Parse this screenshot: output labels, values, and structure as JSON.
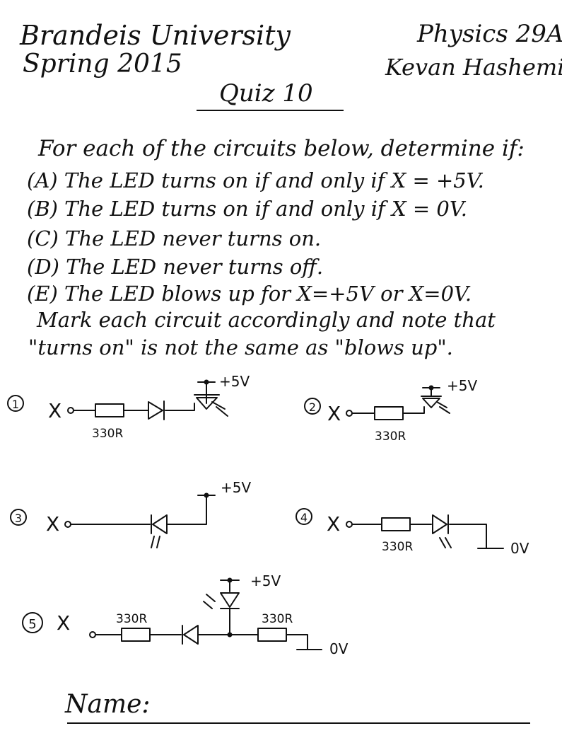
{
  "header": {
    "university": "Brandeis University",
    "semester": "Spring 2015",
    "course": "Physics 29A",
    "instructor": "Kevan Hashemi",
    "quiz_title": "Quiz 10"
  },
  "instructions": {
    "intro": "For each of the circuits below, determine if:",
    "options": [
      "(A) The LED turns on if and only if X = +5V.",
      "(B) The LED turns on if and only if X = 0V.",
      "(C) The LED never turns on.",
      "(D) The LED never turns off.",
      "(E) The LED blows up for X=+5V or X=0V."
    ],
    "mark_line_1": "Mark each circuit accordingly and note that",
    "mark_line_2": "\"turns on\" is not the same as \"blows up\"."
  },
  "circuits": [
    {
      "number": "1",
      "input": "X",
      "resistor": "330R",
      "supply": "+5V"
    },
    {
      "number": "2",
      "input": "X",
      "resistor": "330R",
      "supply": "+5V"
    },
    {
      "number": "3",
      "input": "X",
      "supply": "+5V"
    },
    {
      "number": "4",
      "input": "X",
      "resistor": "330R",
      "ground": "0V"
    },
    {
      "number": "5",
      "input": "X",
      "resistor_left": "330R",
      "resistor_right": "330R",
      "supply": "+5V",
      "ground": "0V"
    }
  ],
  "footer": {
    "name_label": "Name:"
  }
}
